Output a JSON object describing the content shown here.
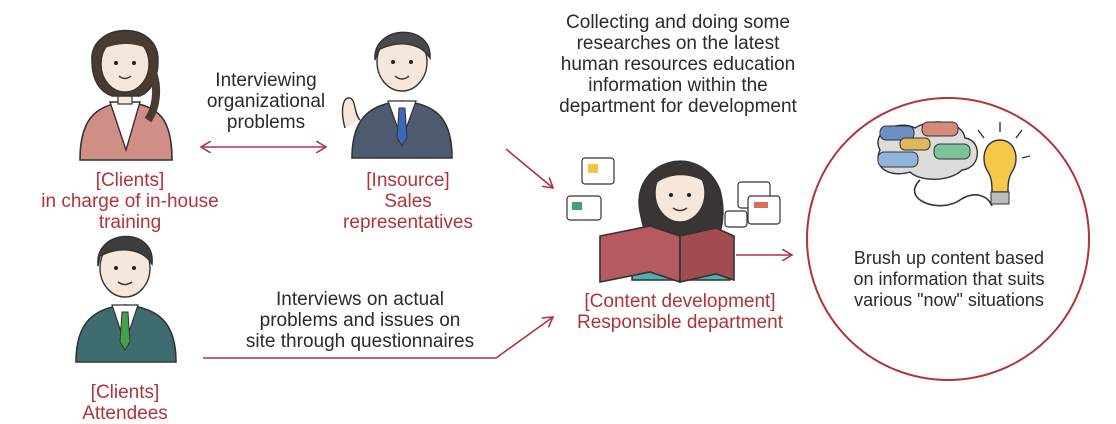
{
  "clients_trainer": {
    "tag": "[Clients]",
    "line2": "in charge of in-house",
    "line3": "training"
  },
  "sales": {
    "tag": "[Insource]",
    "line2": "Sales",
    "line3": "representatives"
  },
  "attendees": {
    "tag": "[Clients]",
    "line2": "Attendees"
  },
  "content_dept": {
    "tag": "[Content development]",
    "line2": "Responsible department"
  },
  "interviewing_note": {
    "line1": "Interviewing",
    "line2": "organizational",
    "line3": "problems"
  },
  "interviews_note": {
    "line1": "Interviews on actual",
    "line2": "problems and issues on",
    "line3": "site through questionnaires"
  },
  "research_note": {
    "line1": "Collecting and doing some",
    "line2": "researches on the latest",
    "line3": "human resources education",
    "line4": "information within the",
    "line5": "department for development"
  },
  "outcome_note": {
    "line1": "Brush up content based",
    "line2": "on information that suits",
    "line3": "various \"now\" situations"
  },
  "colors": {
    "accent_red": "#b0343c",
    "text_dark": "#2b2b2b"
  }
}
